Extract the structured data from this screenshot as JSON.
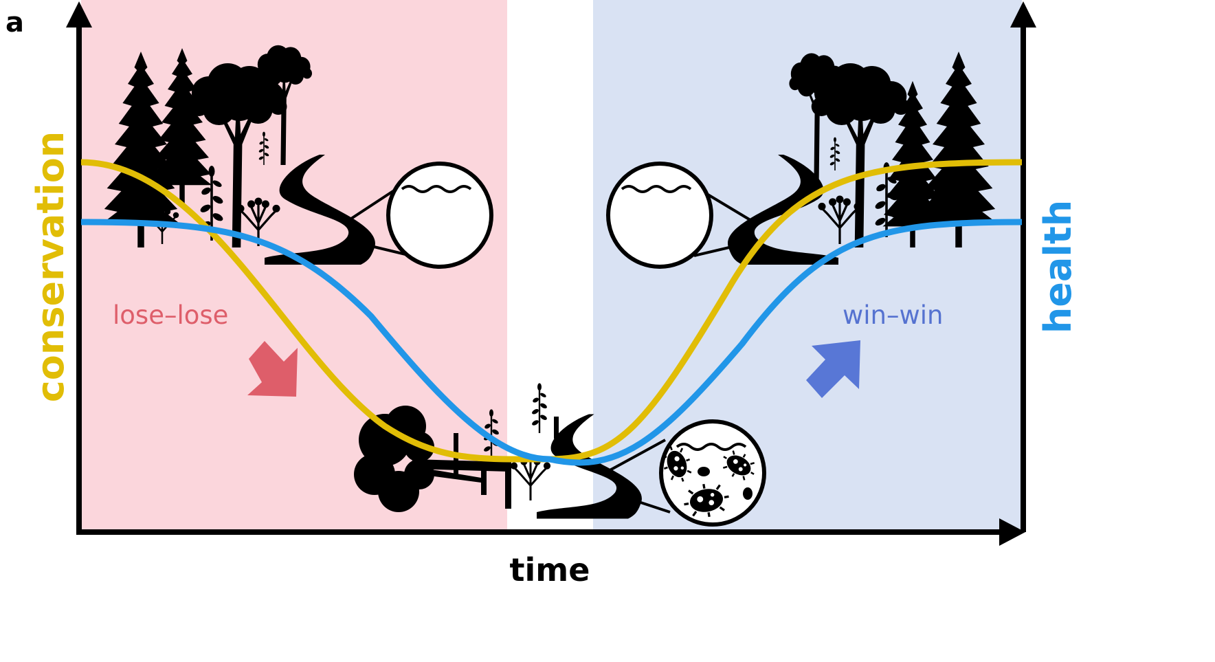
{
  "panel_label": "a",
  "axes": {
    "x_label": "time",
    "y_left_label": "conservation",
    "y_right_label": "health"
  },
  "regions": {
    "left": {
      "label": "lose–lose"
    },
    "right": {
      "label": "win–win"
    }
  },
  "colors": {
    "lose_bg": "#fbd6dc",
    "win_bg": "#d9e2f3",
    "conservation": "#e1bd06",
    "health": "#2196e8",
    "lose_text": "#de5e6a",
    "win_text": "#5572d0",
    "lose_arrow": "#de5e6a",
    "win_arrow": "#5877d6",
    "silhouette": "#000000"
  },
  "icons": {
    "lose_arrow": "arrow-down-right-icon",
    "win_arrow": "arrow-up-right-icon",
    "forest": "forest-silhouette-icon",
    "river": "river-icon",
    "clean_water": "clean-water-magnifier-icon",
    "pathogen_water": "pathogen-water-magnifier-icon",
    "felled_tree": "felled-tree-icon"
  }
}
